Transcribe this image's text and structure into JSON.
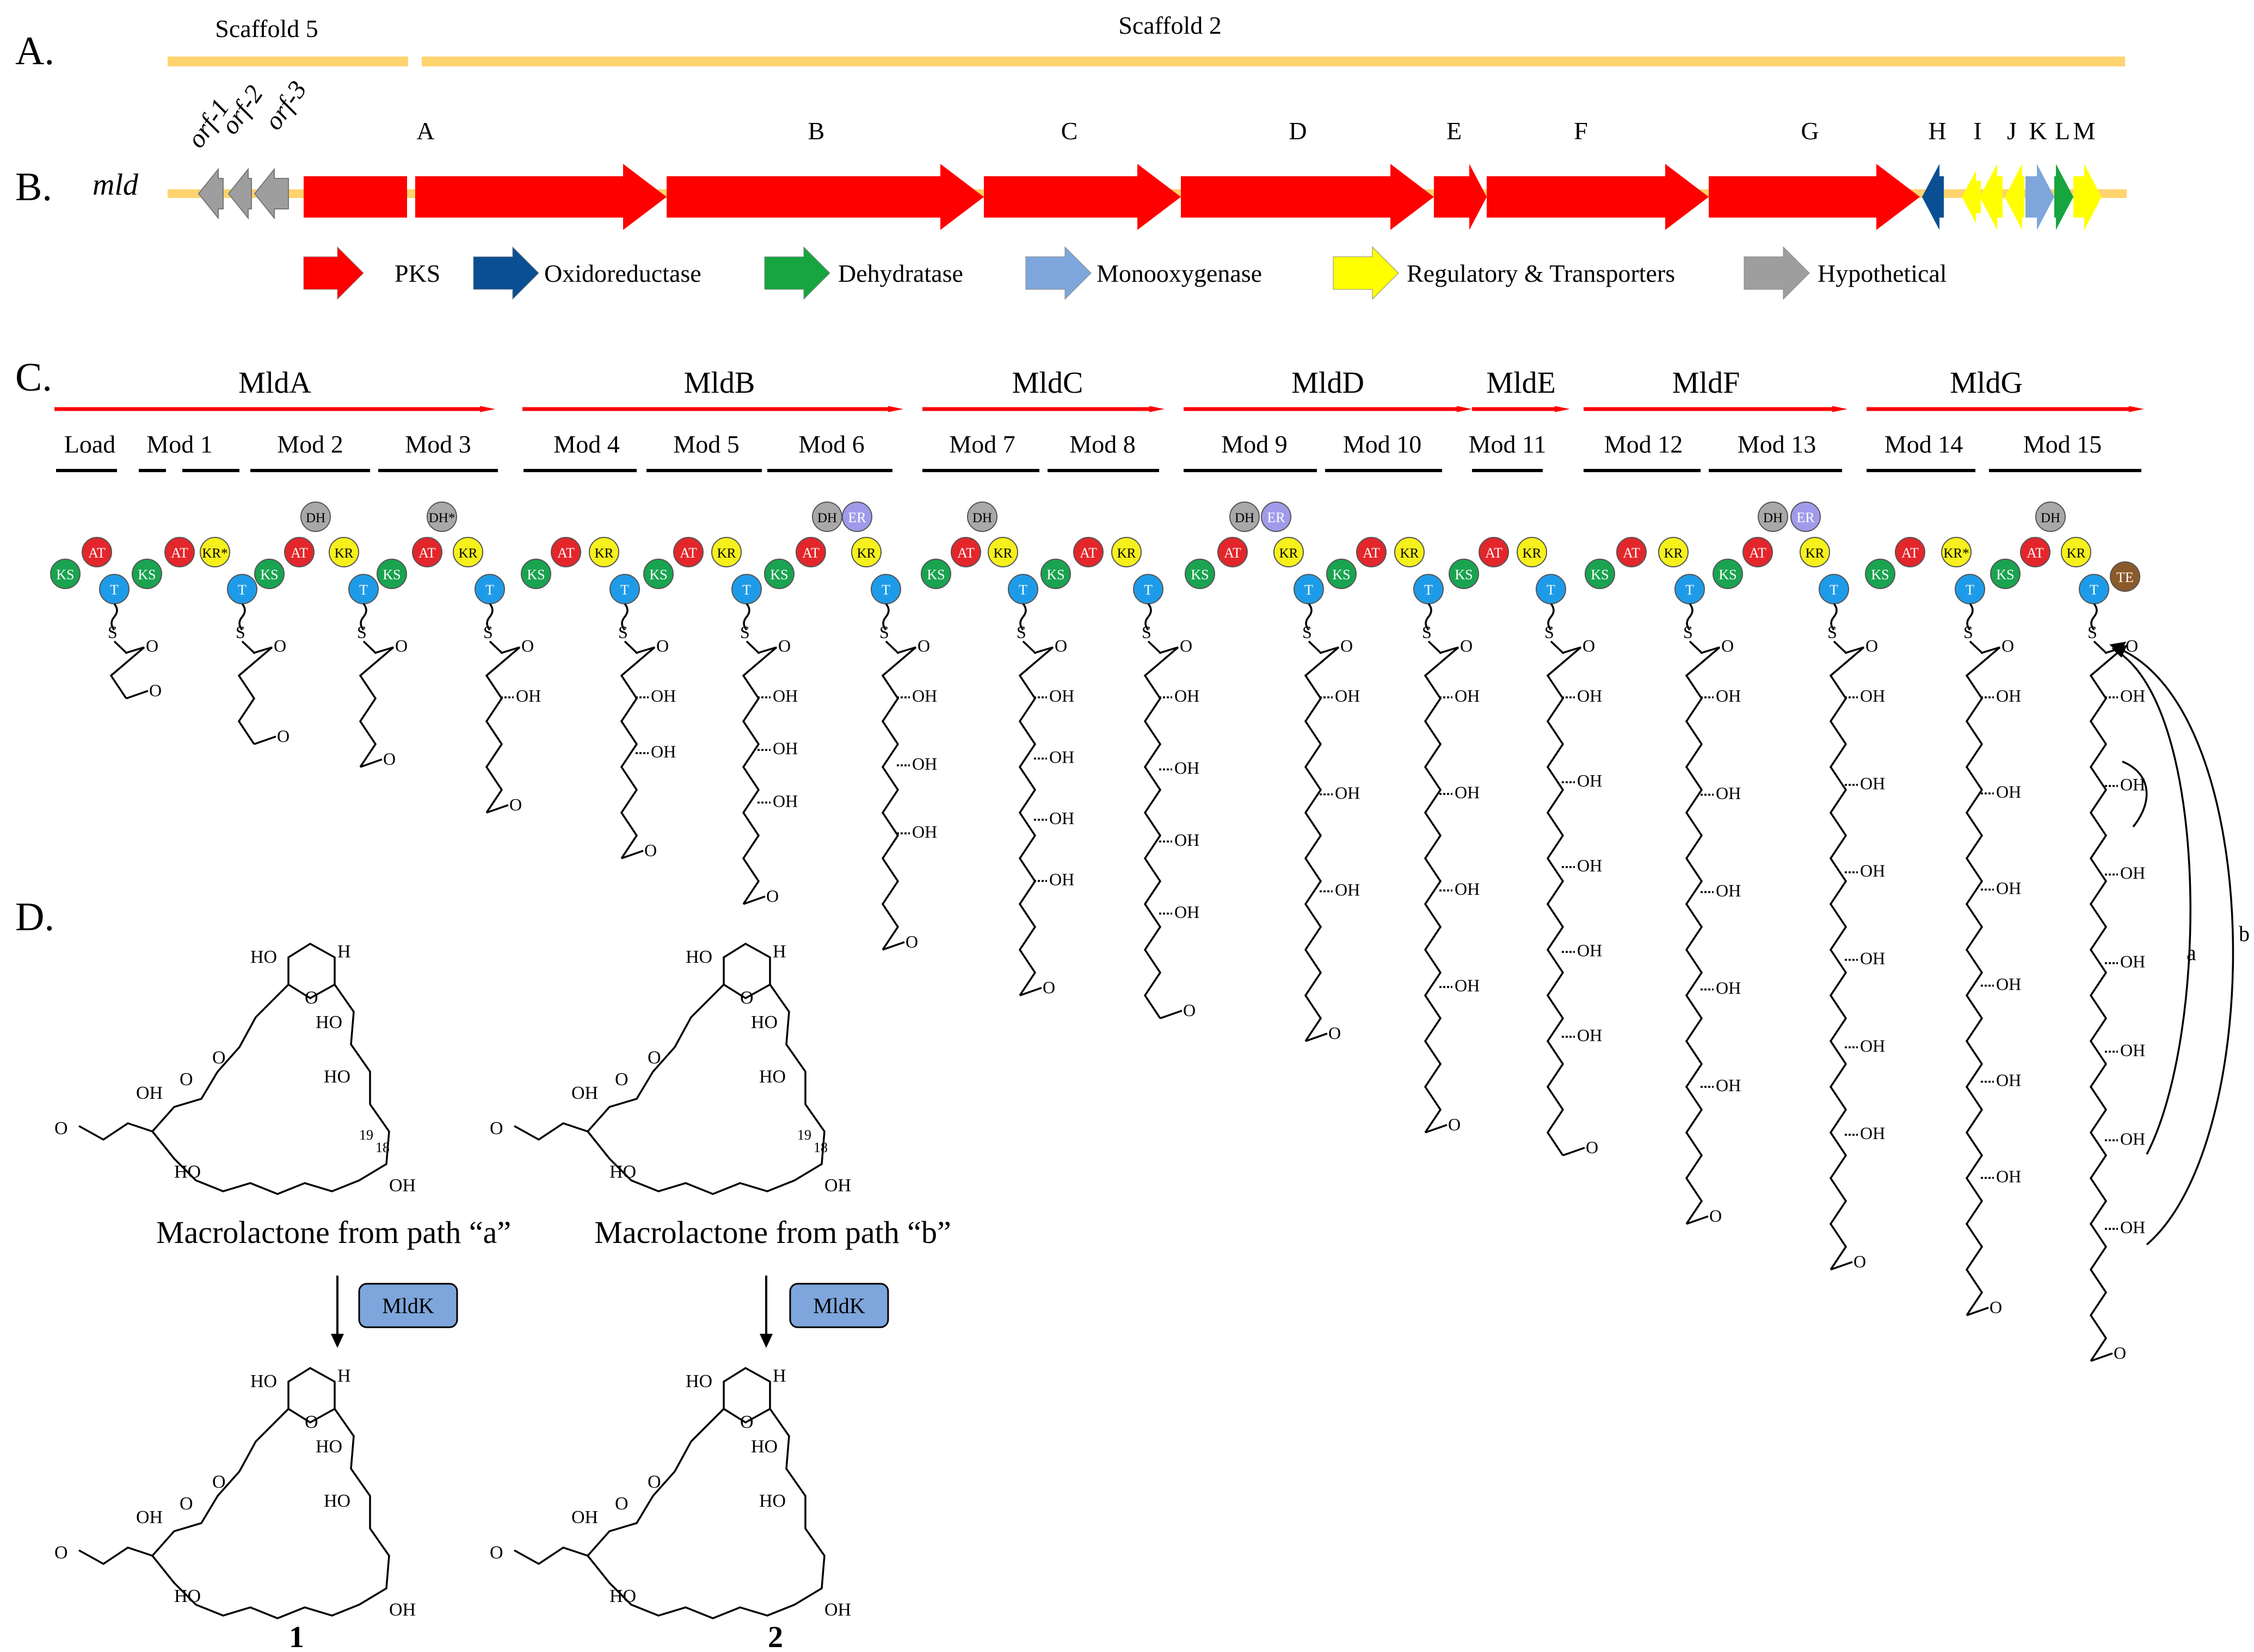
{
  "panel_labels": [
    "A.",
    "B.",
    "C.",
    "D."
  ],
  "scaffolds": [
    {
      "label": "Scaffold 5"
    },
    {
      "label": "Scaffold 2"
    }
  ],
  "cluster_name": "mld",
  "orf_labels": [
    "orf-1",
    "orf-2",
    "orf-3"
  ],
  "gene_letters": [
    "A",
    "B",
    "C",
    "D",
    "E",
    "F",
    "G",
    "H",
    "I",
    "J",
    "K",
    "L",
    "M"
  ],
  "legend": [
    {
      "label": "PKS",
      "color": "#ff0000"
    },
    {
      "label": "Oxidoreductase",
      "color": "#0a4f93"
    },
    {
      "label": "Dehydratase",
      "color": "#16a53f"
    },
    {
      "label": "Monooxygenase",
      "color": "#7ea6dc"
    },
    {
      "label": "Regulatory & Transporters",
      "color": "#ffff00"
    },
    {
      "label": "Hypothetical",
      "color": "#9e9e9e"
    }
  ],
  "colors": {
    "scaffold": "#ffd36e",
    "pks": "#ff0000",
    "ks": "#1aa350",
    "at": "#e3262b",
    "t": "#1e9be8",
    "kr": "#f6f01c",
    "dh": "#a8a8a8",
    "er": "#9f9bea",
    "te": "#8b5a2b",
    "mldk_box": "#7ea6dc"
  },
  "proteins": [
    "MldA",
    "MldB",
    "MldC",
    "MldD",
    "MldE",
    "MldF",
    "MldG"
  ],
  "modules": [
    "Load",
    "Mod 1",
    "Mod 2",
    "Mod 3",
    "Mod 4",
    "Mod 5",
    "Mod 6",
    "Mod 7",
    "Mod 8",
    "Mod 9",
    "Mod 10",
    "Mod 11",
    "Mod 12",
    "Mod 13",
    "Mod 14",
    "Mod 15"
  ],
  "domain_labels": {
    "ks": "KS",
    "at": "AT",
    "t": "T",
    "kr": "KR",
    "kr_star": "KR*",
    "dh": "DH",
    "dh_star": "DH*",
    "er": "ER",
    "te": "TE"
  },
  "chem": {
    "oh": "OH",
    "o": "O",
    "s": "S",
    "ho": "HO",
    "h": "H"
  },
  "cyclization_paths": [
    "a",
    "b"
  ],
  "locants": [
    "19",
    "18"
  ],
  "panel_d": {
    "macrolactone_a": "Macrolactone from path “a”",
    "macrolactone_b": "Macrolactone from path “b”",
    "enzyme": "MldK",
    "products": [
      "1",
      "2"
    ]
  }
}
